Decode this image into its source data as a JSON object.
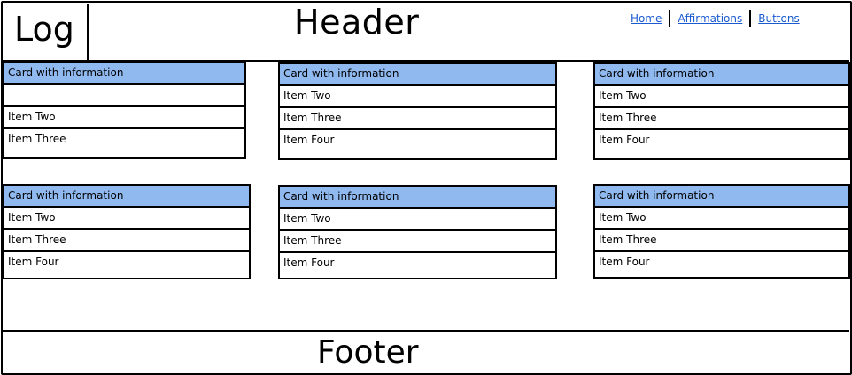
{
  "header": {
    "logo": "Log",
    "title": "Header",
    "nav": [
      "Home",
      "Affirmations",
      "Buttons"
    ]
  },
  "cards": [
    {
      "title": "Card with information",
      "items": [
        "",
        "Item Two",
        "Item Three"
      ]
    },
    {
      "title": "Card with information",
      "items": [
        "Item Two",
        "Item Three",
        "Item Four"
      ]
    },
    {
      "title": "Card with information",
      "items": [
        "Item Two",
        "Item Three",
        "Item Four"
      ]
    },
    {
      "title": "Card with information",
      "items": [
        "Item Two",
        "Item Three",
        "Item Four"
      ]
    },
    {
      "title": "Card with information",
      "items": [
        "Item Two",
        "Item Three",
        "Item Four"
      ]
    },
    {
      "title": "Card with information",
      "items": [
        "Item Two",
        "Item Three",
        "Item Four"
      ]
    }
  ],
  "footer": {
    "title": "Footer"
  },
  "colors": {
    "card_header": "#8fb9ef",
    "link": "#1a5bd1"
  }
}
